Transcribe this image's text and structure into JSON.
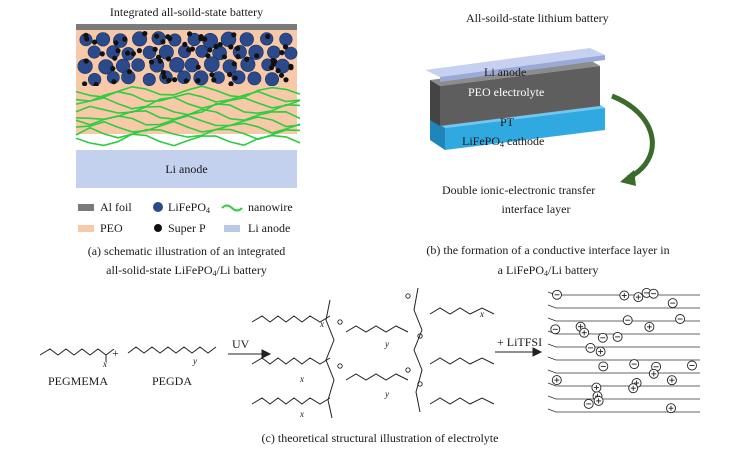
{
  "panel_a": {
    "title": "Integrated all-soild-state battery",
    "anode_label": "Li anode",
    "legend": {
      "al_foil": "Al foil",
      "lifepo4_prefix": "LiFePO",
      "lifepo4_sub": "4",
      "nanowire": "nanowire",
      "peo": "PEO",
      "superp": "Super P",
      "li_anode": "Li anode"
    },
    "caption_line1": "(a) schematic illustration of an integrated",
    "caption_line2_prefix": "all-solid-state LiFePO",
    "caption_line2_sub": "4",
    "caption_line2_suffix": "/Li battery",
    "colors": {
      "al_foil": "#7a7a7a",
      "peo": "#f7c9a8",
      "nanowire": "#2ecc40",
      "li_anode": "#b9c8e8",
      "lifepo4": "#2b4a8c",
      "superp": "#111111"
    }
  },
  "panel_b": {
    "title": "All-soild-state lithium battery",
    "layer_li_anode": "Li anode",
    "layer_peo": "PEO electrolyte",
    "layer_pt": "PT",
    "layer_cathode_prefix": "LiFePO",
    "layer_cathode_sub": "4",
    "layer_cathode_suffix": " cathode",
    "arrow_label_line1": "Double ionic-electronic transfer",
    "arrow_label_line2": "interface layer",
    "caption_line1": "(b) the formation of a conductive interface layer in",
    "caption_line2_prefix": "a LiFePO",
    "caption_line2_sub": "4",
    "caption_line2_suffix": "/Li battery",
    "colors": {
      "li_anode": "#aab8df",
      "peo": "#666666",
      "pt": "#f0b8e6",
      "cathode": "#2fa9e0",
      "arrow": "#3a6b2a"
    }
  },
  "panel_c": {
    "monomer1": "PEGMEMA",
    "monomer2": "PEGDA",
    "plus": "+",
    "uv": "UV",
    "litfsi": "+ LiTFSI",
    "sub_x": "x",
    "sub_y": "y",
    "caption": "(c) theoretical structural illustration of electrolyte"
  }
}
